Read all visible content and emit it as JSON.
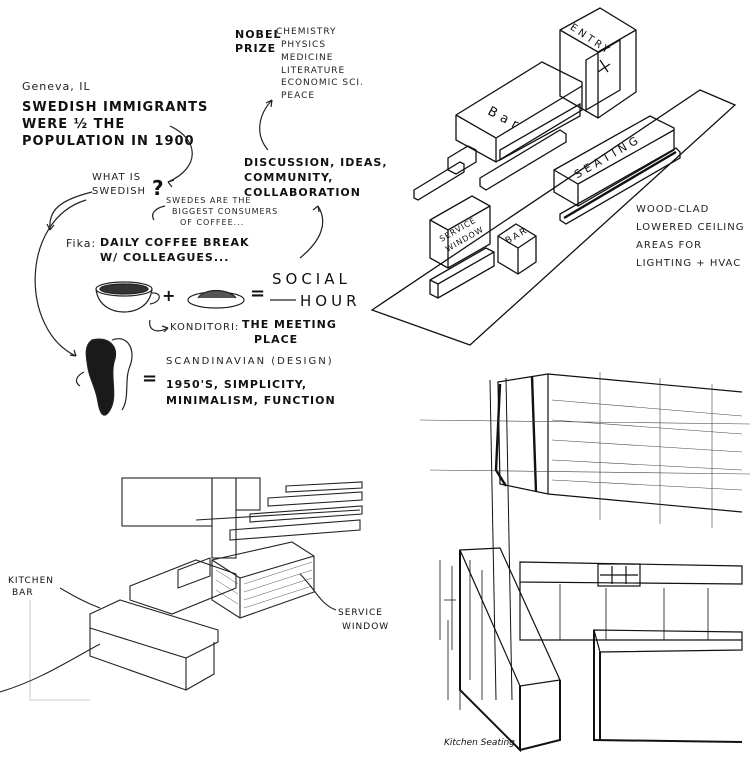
{
  "notes": {
    "geneva": "Geneva, IL",
    "swedish_immigrants": [
      "Swedish immigrants",
      "were ½ the",
      "population in 1900"
    ],
    "nobel_label": [
      "Nobel",
      "Prize"
    ],
    "nobel_items": [
      "Chemistry",
      "Physics",
      "Medicine",
      "Literature",
      "Economic Sci.",
      "Peace"
    ],
    "what_is_swedish": [
      "What is",
      "Swedish",
      "?"
    ],
    "swedes_consumers": [
      "Swedes are the",
      "biggest consumers",
      "of coffee..."
    ],
    "discussion": [
      "Discussion, ideas,",
      "community,",
      "collaboration"
    ],
    "fika_label": "Fika:",
    "fika_text": [
      "Daily coffee break",
      "w/ colleagues..."
    ],
    "plus": "+",
    "equals": "=",
    "social_hour": [
      "Social",
      "Hour"
    ],
    "konditori_label": "Konditori:",
    "konditori_text": [
      "The meeting",
      "place"
    ],
    "sweden": "Sweden",
    "scandinavian": "Scandinavian (Design)",
    "design_text": [
      "1950's, simplicity,",
      "minimalism, function"
    ]
  },
  "plan": {
    "entry": "Entry",
    "bar_main": "Bar",
    "seating": "Seating",
    "service_window": [
      "Service",
      "Window"
    ],
    "bar_small": "Bar",
    "wood_clad_note": [
      "Wood-clad",
      "lowered ceiling",
      "areas for",
      "lighting + HVAC"
    ]
  },
  "perspective": {
    "kitchen_bar": [
      "Kitchen",
      "Bar"
    ],
    "service_window": [
      "Service",
      "Window"
    ],
    "kitchen_seating": "Kitchen Seating"
  }
}
